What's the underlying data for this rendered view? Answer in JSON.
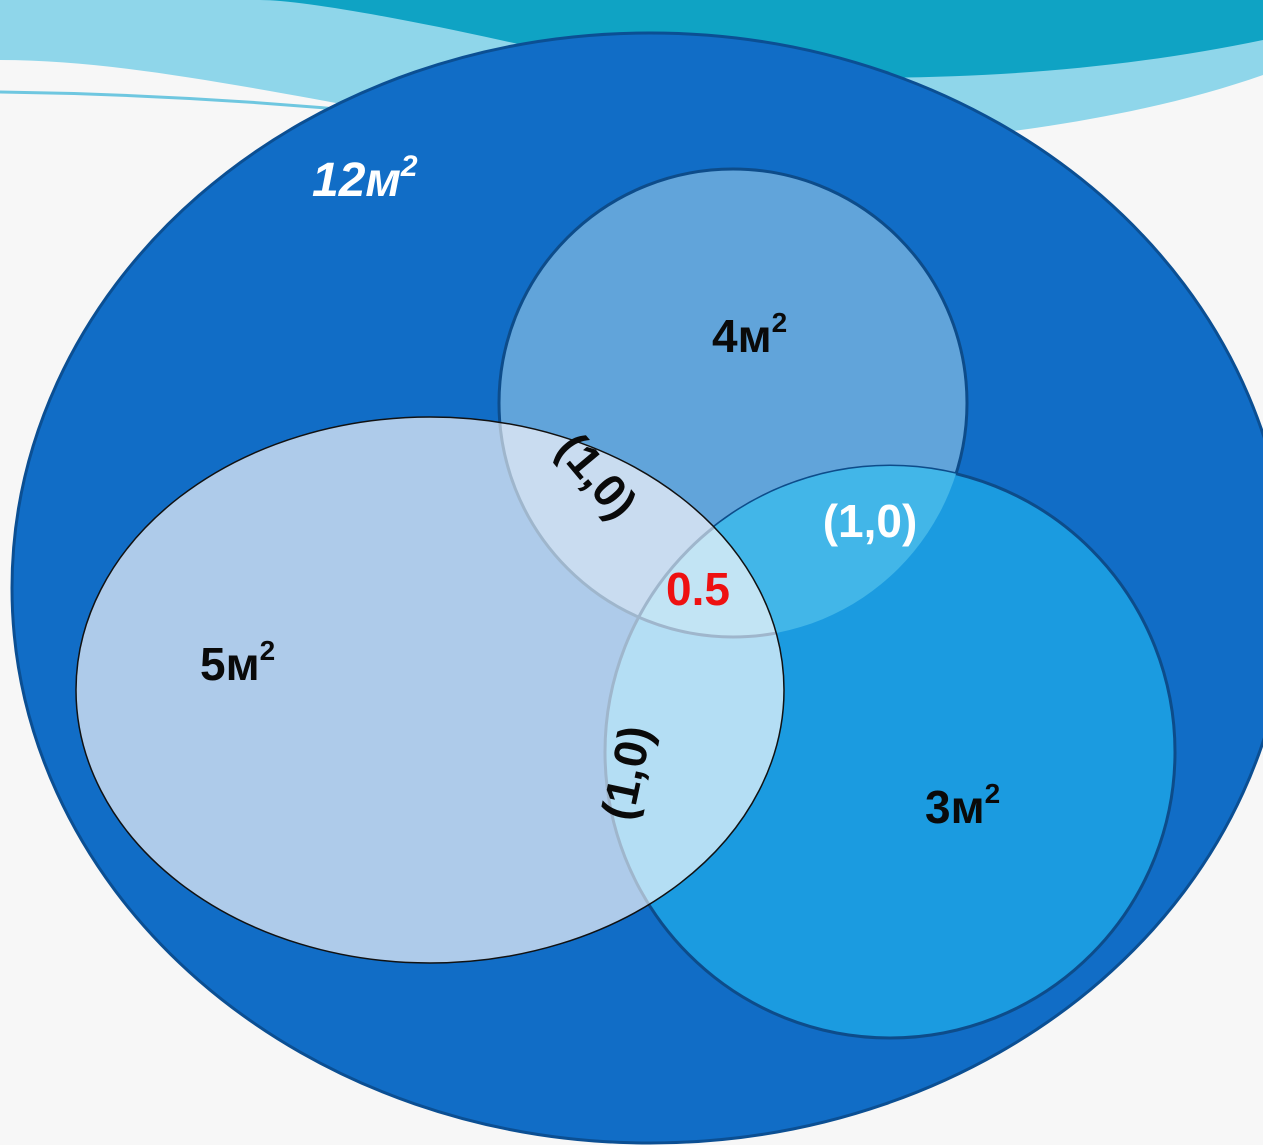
{
  "colors": {
    "background": "#f7f7f7",
    "header_wave_dark": "#0fa3c4",
    "header_wave_light": "#8fd6ea",
    "outer_region": "#116dc6",
    "region_4": "#61a4da",
    "region_3": "#1b9be0",
    "region_5": "#aecbea",
    "label_dark": "#0a0a0a",
    "label_light": "#ffffff",
    "label_accent": "#ee1111"
  },
  "regions": {
    "outer": {
      "value": "12м",
      "exp": "2"
    },
    "top": {
      "value": "4м",
      "exp": "2"
    },
    "left": {
      "value": "5м",
      "exp": "2"
    },
    "right": {
      "value": "3м",
      "exp": "2"
    }
  },
  "intersections": {
    "left_top": "(1,0)",
    "top_right": "(1,0)",
    "left_right": "(1,0)",
    "center": "0.5"
  }
}
